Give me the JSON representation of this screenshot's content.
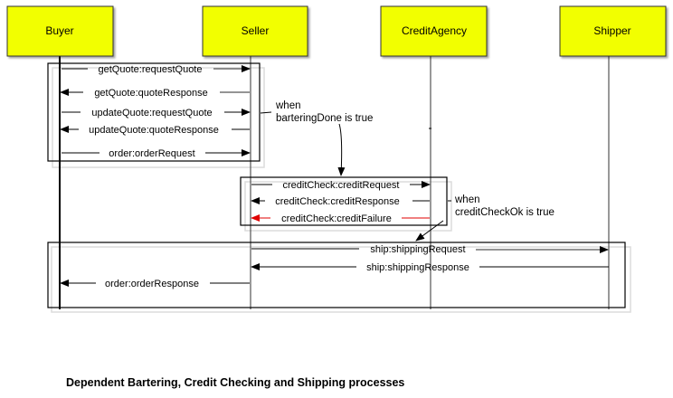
{
  "diagram": {
    "type": "sequence",
    "caption": "Dependent Bartering, Credit Checking and Shipping processes",
    "actor_color": "#f2ff00",
    "failure_color": "#e00000",
    "actors": [
      {
        "id": "buyer",
        "label": "Buyer"
      },
      {
        "id": "seller",
        "label": "Seller"
      },
      {
        "id": "credit",
        "label": "CreditAgency"
      },
      {
        "id": "shipper",
        "label": "Shipper"
      }
    ],
    "fragments": [
      {
        "id": "bartering",
        "messages": [
          {
            "label": "getQuote:requestQuote",
            "from": "buyer",
            "to": "seller"
          },
          {
            "label": "getQuote:quoteResponse",
            "from": "seller",
            "to": "buyer"
          },
          {
            "label": "updateQuote:requestQuote",
            "from": "buyer",
            "to": "seller"
          },
          {
            "label": "updateQuote:quoteResponse",
            "from": "seller",
            "to": "buyer"
          },
          {
            "label": "order:orderRequest",
            "from": "buyer",
            "to": "seller"
          }
        ]
      },
      {
        "id": "credit",
        "messages": [
          {
            "label": "creditCheck:creditRequest",
            "from": "seller",
            "to": "credit"
          },
          {
            "label": "creditCheck:creditResponse",
            "from": "credit",
            "to": "seller"
          },
          {
            "label": "creditCheck:creditFailure",
            "from": "credit",
            "to": "seller",
            "failure": true
          }
        ]
      },
      {
        "id": "shipping",
        "messages": [
          {
            "label": "ship:shippingRequest",
            "from": "seller",
            "to": "shipper"
          },
          {
            "label": "ship:shippingResponse",
            "from": "shipper",
            "to": "seller"
          },
          {
            "label": "order:orderResponse",
            "from": "seller",
            "to": "buyer"
          }
        ]
      }
    ],
    "notes": [
      {
        "id": "bartering-done",
        "lines": [
          "when",
          "barteringDone is true"
        ]
      },
      {
        "id": "credit-ok",
        "lines": [
          "when",
          "creditCheckOk is true"
        ]
      }
    ]
  }
}
